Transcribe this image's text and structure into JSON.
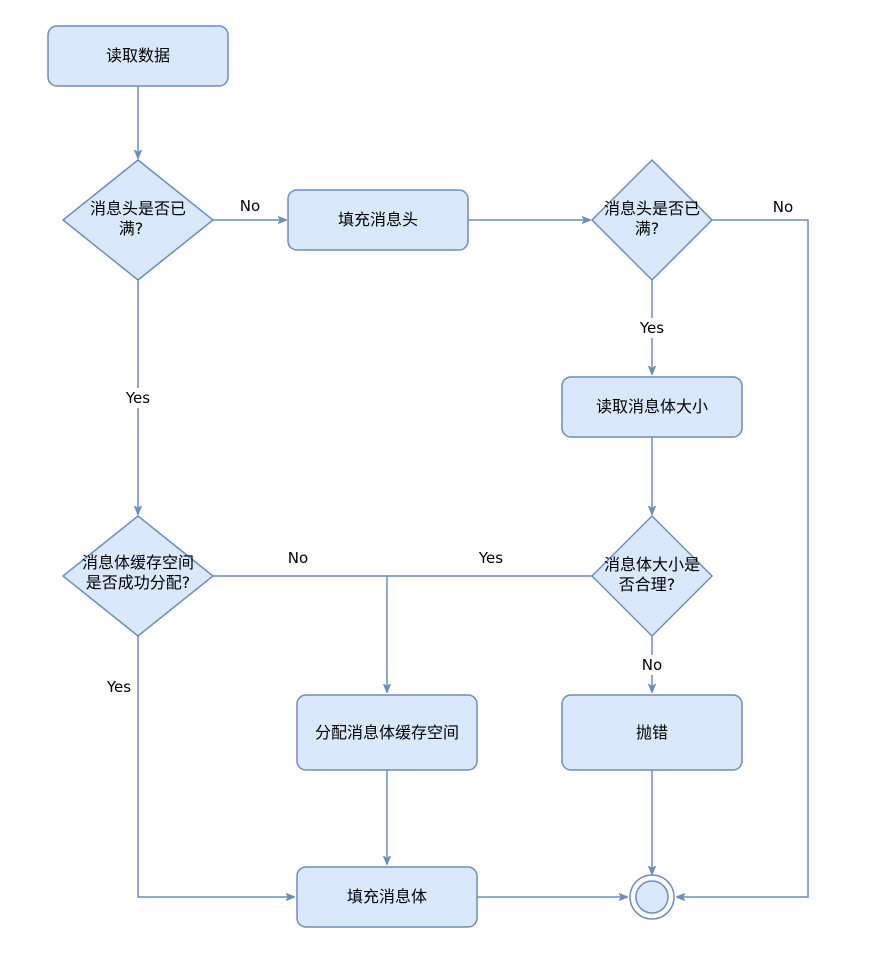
{
  "colors": {
    "fill": "#dae8fc",
    "stroke": "#6c8ebf"
  },
  "nodes": {
    "read_data": "读取数据",
    "header_full_1_l1": "消息头是否已",
    "header_full_1_l2": "满?",
    "fill_header": "填充消息头",
    "header_full_2_l1": "消息头是否已",
    "header_full_2_l2": "满?",
    "read_body_size": "读取消息体大小",
    "buffer_alloc_ok_l1": "消息体缓存空间",
    "buffer_alloc_ok_l2": "是否成功分配?",
    "size_reasonable_l1": "消息体大小是",
    "size_reasonable_l2": "否合理?",
    "alloc_buffer": "分配消息体缓存空间",
    "throw_error": "抛错",
    "fill_body": "填充消息体"
  },
  "edge_labels": {
    "no_1": "No",
    "no_2": "No",
    "yes_1": "Yes",
    "yes_2": "Yes",
    "no_3": "No",
    "yes_3": "Yes",
    "no_4": "No",
    "yes_4": "Yes"
  }
}
